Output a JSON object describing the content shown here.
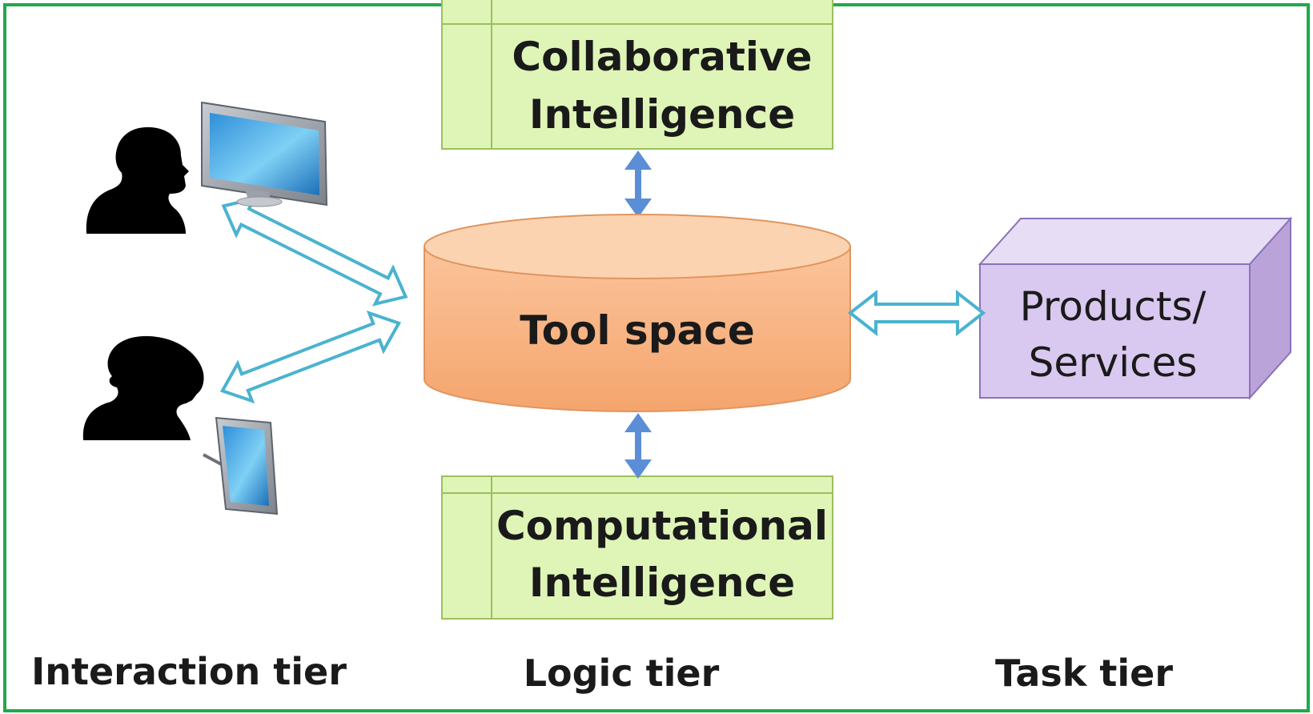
{
  "colors": {
    "frame": "#22a84a",
    "green_fill": "#dff5b7",
    "green_stroke": "#9bbf5c",
    "cylinder_top": "#fcd3b0",
    "cylinder_body": "#f9b383",
    "cylinder_stroke": "#e0955f",
    "purple_front": "#d9c8ef",
    "purple_side": "#b9a3d9",
    "purple_top": "#e7ddf5",
    "purple_stroke": "#8a72b7",
    "small_arrow": "#5b8ed6",
    "hollow_arrow": "#4ab3cf",
    "text": "#1a1a1a"
  },
  "boxes": {
    "collaborative": {
      "line1": "Collaborative",
      "line2": "Intelligence"
    },
    "computational": {
      "line1": "Computational",
      "line2": "Intelligence"
    }
  },
  "tool_space": {
    "label": "Tool space"
  },
  "products": {
    "line1": "Products/",
    "line2": "Services"
  },
  "tiers": {
    "interaction": "Interaction tier",
    "logic": "Logic tier",
    "task": "Task tier"
  },
  "icons": [
    "person-silhouette-icon",
    "monitor-icon",
    "person-silhouette-icon",
    "tablet-icon"
  ]
}
